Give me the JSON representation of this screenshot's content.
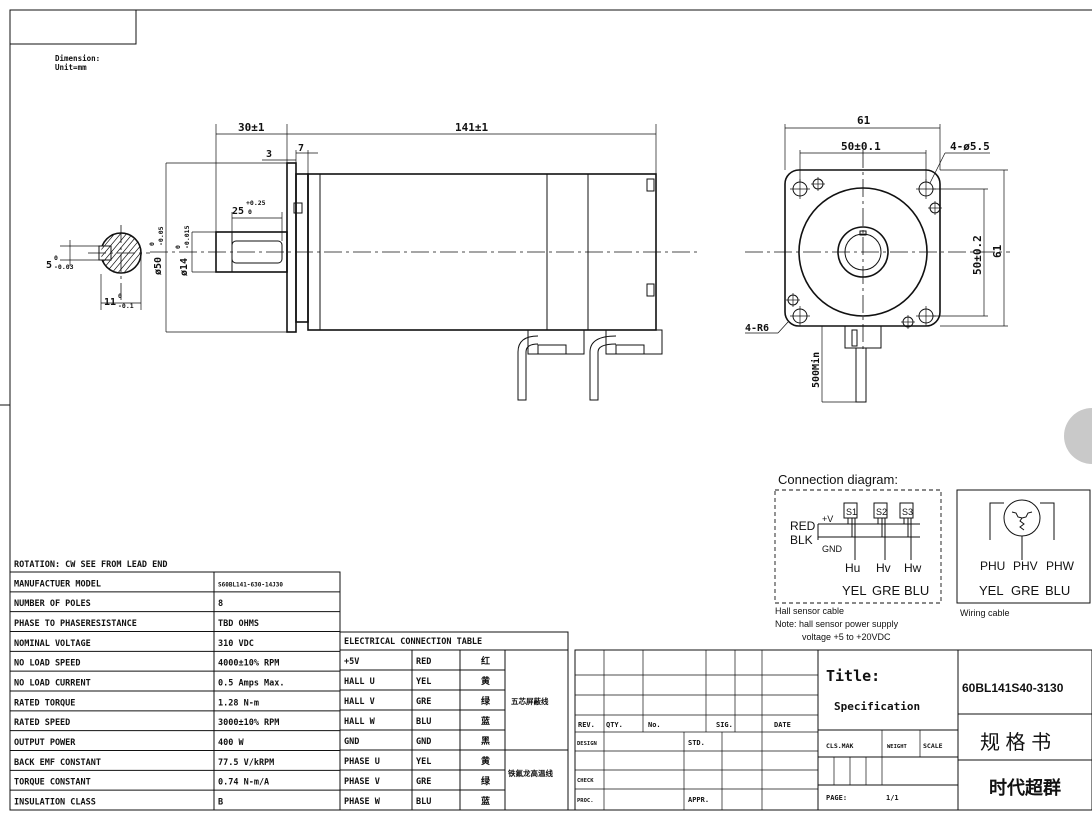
{
  "note": {
    "dimension": "Dimension:",
    "unit": "Unit=mm"
  },
  "dims": {
    "shaft_len": "30±1",
    "body_len": "141±1",
    "flange_step": "3",
    "flange_thick": "7",
    "key_len": "25",
    "key_len_tol_up": "+0.25",
    "key_len_tol_lo": "0",
    "pilot_dia": "ø50",
    "pilot_tol_up": "0",
    "pilot_tol_lo": "-0.05",
    "shaft_dia": "ø14",
    "shaft_tol_up": "0",
    "shaft_tol_lo": "-0.015",
    "key_width": "5",
    "key_width_tol_up": "0",
    "key_width_tol_lo": "-0.03",
    "flat_depth": "11",
    "flat_tol_up": "0",
    "flat_tol_lo": "-0.1",
    "flange_size": "61",
    "hole_pitch": "50±0.1",
    "holes": "4-ø5.5",
    "corner_r": "4-R6",
    "v_pitch": "50±0.2",
    "v_size": "61",
    "lead": "500Min"
  },
  "connection": {
    "title": "Connection diagram:",
    "plus_v": "+V",
    "red": "RED",
    "blk": "BLK",
    "gnd": "GND",
    "s1": "S1",
    "s2": "S2",
    "s3": "S3",
    "hu": "Hu",
    "hv": "Hv",
    "hw": "Hw",
    "yel": "YEL",
    "gre": "GRE",
    "blu": "BLU",
    "hall_caption": "Hall sensor cable",
    "note_line1": "Note: hall sensor power supply",
    "note_line2": "voltage +5 to +20VDC",
    "phu": "PHU",
    "phv": "PHV",
    "phw": "PHW",
    "wiring_caption": "Wiring cable"
  },
  "rotation": "ROTATION: CW SEE FROM LEAD END",
  "specs": [
    {
      "label": "MANUFACTUER MODEL",
      "value": "S60BL141-630-14J30"
    },
    {
      "label": "NUMBER OF POLES",
      "value": "8"
    },
    {
      "label": "PHASE TO PHASERESISTANCE",
      "value": "TBD OHMS"
    },
    {
      "label": "NOMINAL VOLTAGE",
      "value": "310 VDC"
    },
    {
      "label": "NO LOAD SPEED",
      "value": "4000±10% RPM"
    },
    {
      "label": "NO LOAD CURRENT",
      "value": "0.5 Amps Max."
    },
    {
      "label": "RATED TORQUE",
      "value": "1.28 N-m"
    },
    {
      "label": "RATED SPEED",
      "value": "3000±10% RPM"
    },
    {
      "label": "OUTPUT POWER",
      "value": "400 W"
    },
    {
      "label": "BACK EMF CONSTANT",
      "value": "77.5 V/kRPM"
    },
    {
      "label": "TORQUE CONSTANT",
      "value": "0.74 N-m/A"
    },
    {
      "label": "INSULATION CLASS",
      "value": "B"
    }
  ],
  "elec": {
    "title": "ELECTRICAL CONNECTION TABLE",
    "rows": [
      {
        "sig": "+5V",
        "color": "RED",
        "cn": "红"
      },
      {
        "sig": "HALL U",
        "color": "YEL",
        "cn": "黄"
      },
      {
        "sig": "HALL V",
        "color": "GRE",
        "cn": "绿"
      },
      {
        "sig": "HALL W",
        "color": "BLU",
        "cn": "蓝"
      },
      {
        "sig": "GND",
        "color": "GND",
        "cn": "黑"
      },
      {
        "sig": "PHASE U",
        "color": "YEL",
        "cn": "黄"
      },
      {
        "sig": "PHASE V",
        "color": "GRE",
        "cn": "绿"
      },
      {
        "sig": "PHASE W",
        "color": "BLU",
        "cn": "蓝"
      }
    ],
    "group1": "五芯屏蔽线",
    "group2": "铁氟龙高温线"
  },
  "rev": {
    "rev": "REV.",
    "qty": "QTY.",
    "no": "No.",
    "sig": "SIG.",
    "date": "DATE",
    "design": "DESIGN",
    "std": "STD.",
    "check": "CHECK",
    "proc": "PROC.",
    "appr": "APPR."
  },
  "title_block": {
    "title_label": "Title:",
    "spec": "Specification",
    "model": "60BL141S40-3130",
    "cls": "CLS.MAK",
    "weight": "WEIGHT",
    "scale": "SCALE",
    "page_label": "PAGE:",
    "page": "1/1",
    "cn_title": "规 格 书",
    "company": "时代超群"
  }
}
